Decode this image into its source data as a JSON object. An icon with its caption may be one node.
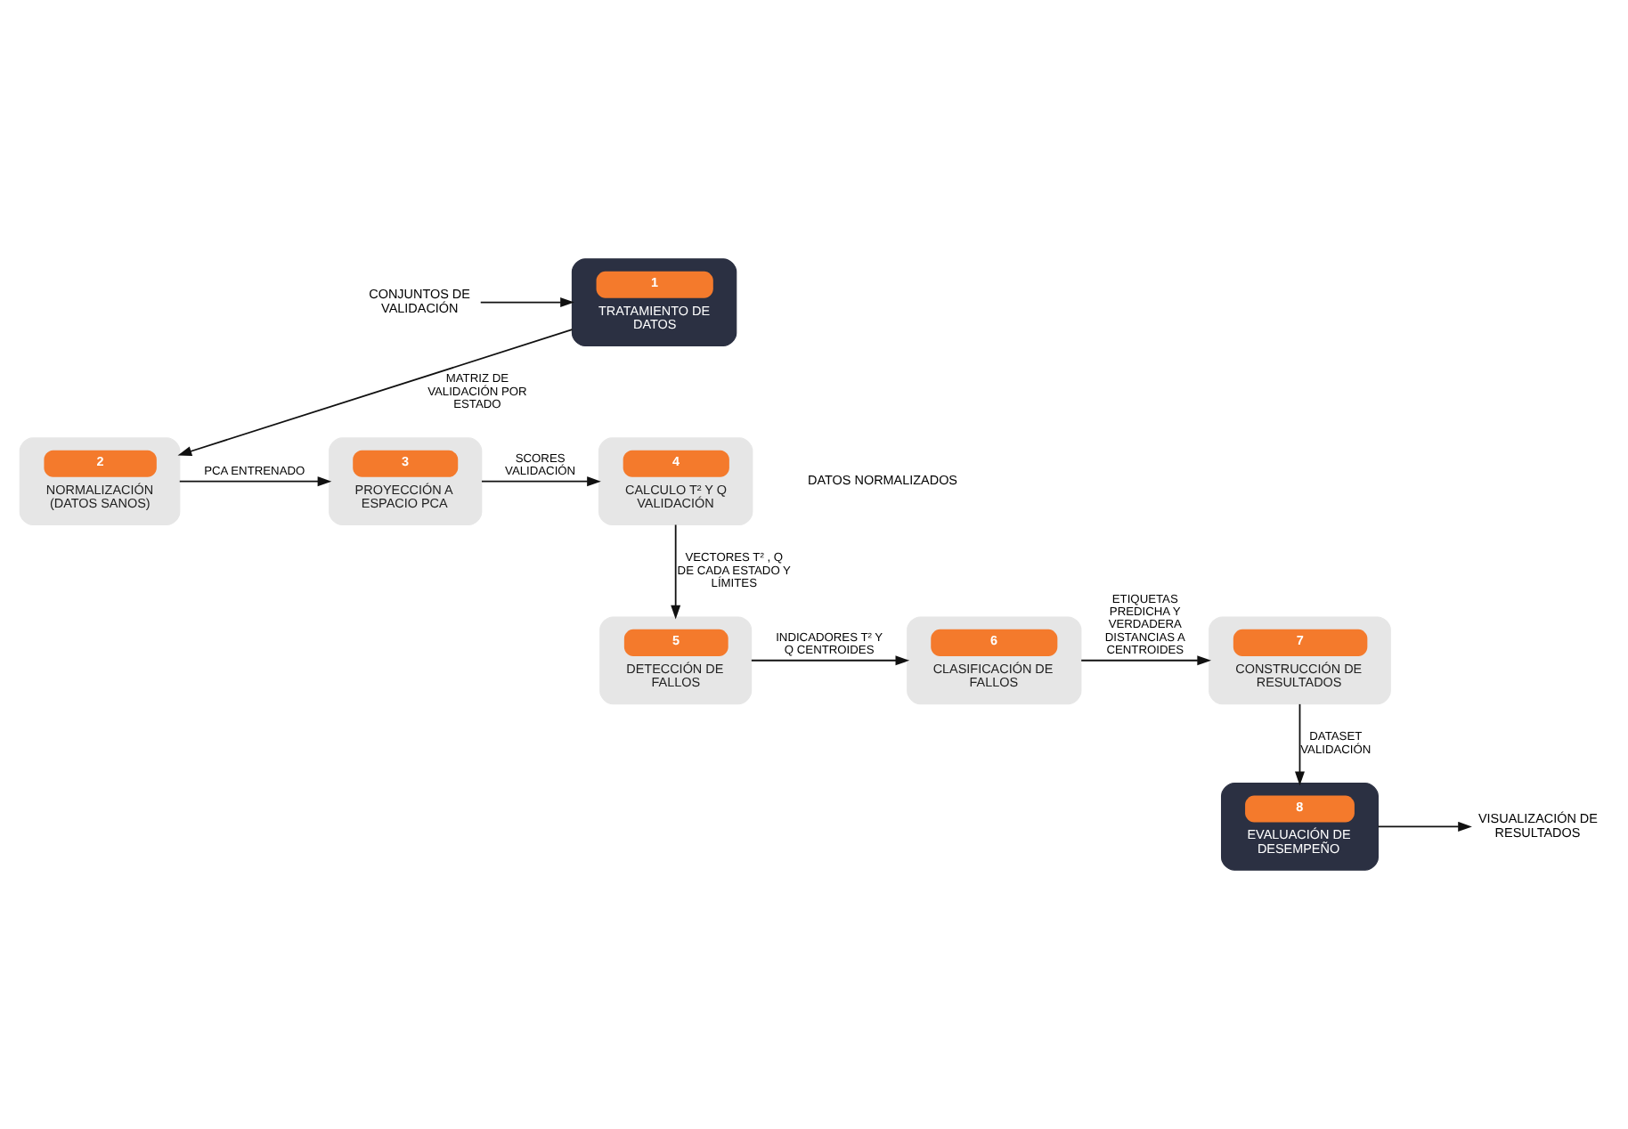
{
  "diagram": {
    "nodes": [
      {
        "text": [
          "CONJUNTOS DE VALIDACIÓN"
        ]
      },
      {
        "text": [
          "1",
          "TRATAMIENTO DE DATOS"
        ]
      },
      {
        "text": [
          "2",
          "NORMALIZACIÓN (DATOS SANOS)"
        ]
      },
      {
        "text": [
          "3",
          "PROYECCIÓN A ESPACIO PCA"
        ]
      },
      {
        "text": [
          "4",
          "CALCULO T² Y Q VALIDACIÓN"
        ]
      },
      {
        "text": [
          "5",
          "DETECCIÓN DE FALLOS"
        ]
      },
      {
        "text": [
          "6",
          "CLASIFICACIÓN DE FALLOS"
        ]
      },
      {
        "text": [
          "7",
          "CONSTRUCCIÓN DE RESULTADOS"
        ]
      },
      {
        "text": [
          "8",
          "EVALUACIÓN DE DESEMPEÑO"
        ]
      },
      {
        "text": [
          "VISUALIZACIÓN DE RESULTADOS"
        ]
      }
    ],
    "edges": [
      {
        "from": 0,
        "to": 1,
        "arrow": "to"
      },
      {
        "from": 1,
        "to": 2,
        "arrow": "to",
        "label": "MATRIZ DE VALIDACIÓN POR ESTADO"
      },
      {
        "from": 2,
        "to": 3,
        "arrow": "to",
        "label": "PCA ENTRENADO"
      },
      {
        "from": 3,
        "to": 4,
        "arrow": "to",
        "label": "SCORES VALIDACIÓN"
      },
      {
        "from": 4,
        "to": 5,
        "arrow": "to",
        "label": "VECTORES T² , Q DE CADA ESTADO Y LÍMITES"
      },
      {
        "from": 5,
        "to": 6,
        "arrow": "to",
        "label": "INDICADORES T² Y Q CENTROIDES"
      },
      {
        "from": 6,
        "to": 7,
        "arrow": "to",
        "label": "ETIQUETAS PREDICHA Y VERDADERA DISTANCIAS A CENTROIDES"
      },
      {
        "from": 7,
        "to": 8,
        "arrow": "to",
        "label": "DATASET VALIDACIÓN"
      },
      {
        "from": 8,
        "to": 9,
        "arrow": "to"
      }
    ],
    "labels": [
      "DATOS NORMALIZADOS"
    ]
  }
}
